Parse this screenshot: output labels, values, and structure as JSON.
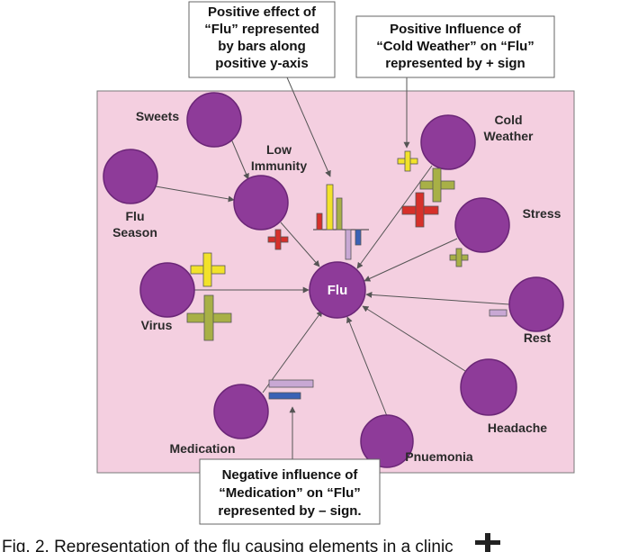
{
  "colors": {
    "panel_fill": "#f4cfe0",
    "node_fill": "#8e3b99",
    "node_stroke": "#6b2677",
    "arrow": "#555555",
    "plus_yellow": "#f2e22a",
    "plus_green": "#a8b046",
    "plus_red": "#d6302a",
    "minus_lavender": "#c8a8d4",
    "minus_blue": "#3a62b5",
    "bar_red": "#d6302a",
    "bar_yellow": "#f2e22a",
    "bar_green": "#a8b046",
    "bar_lavender": "#c8a8d4",
    "bar_blue": "#3a62b5"
  },
  "nodes": {
    "flu": "Flu",
    "sweets": "Sweets",
    "low_immunity_1": "Low",
    "low_immunity_2": "Immunity",
    "flu_season_1": "Flu",
    "flu_season_2": "Season",
    "cold_weather_1": "Cold",
    "cold_weather_2": "Weather",
    "stress": "Stress",
    "virus": "Virus",
    "rest": "Rest",
    "headache": "Headache",
    "medication": "Medication",
    "pnuemonia": "Pnuemonia"
  },
  "callouts": {
    "bars": [
      "Positive effect of",
      "“Flu” represented",
      "by bars along",
      "positive y-axis"
    ],
    "plus": [
      "Positive Influence of",
      "“Cold Weather” on “Flu”",
      "represented by + sign"
    ],
    "minus": [
      "Negative influence of",
      "“Medication” on “Flu”",
      "represented by – sign."
    ]
  },
  "caption": "Fig. 2. Representation of the flu causing elements in a clinic"
}
